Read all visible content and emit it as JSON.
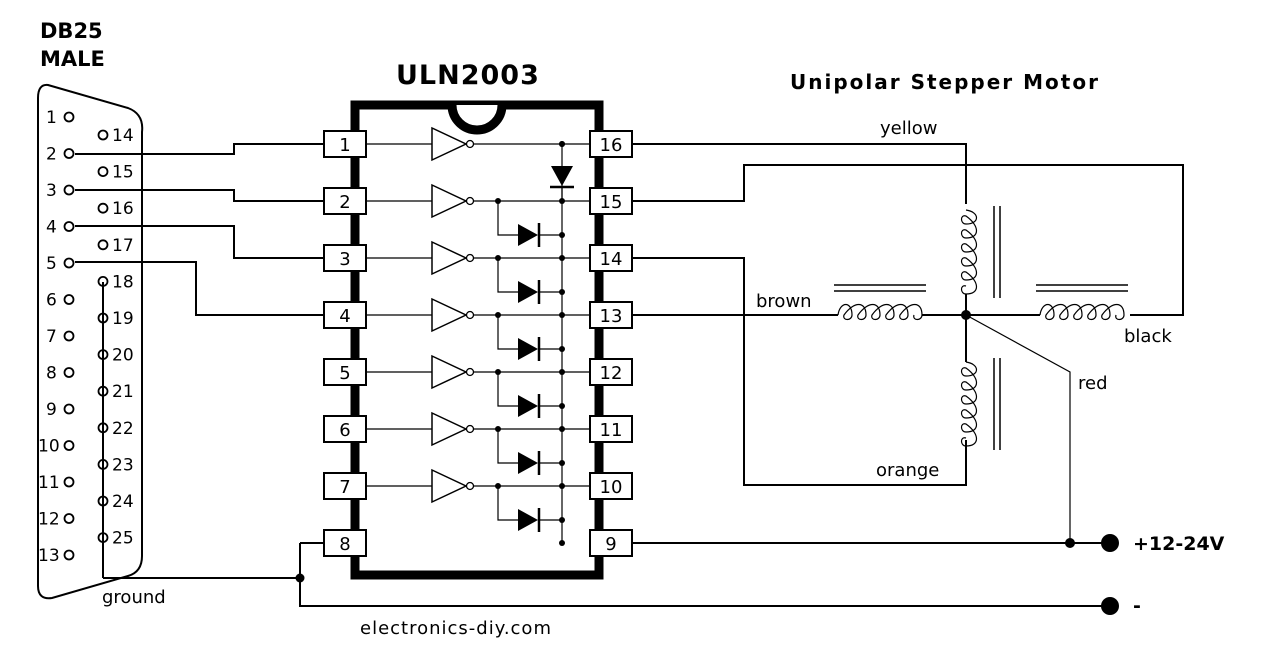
{
  "connector": {
    "title_line1": "DB25",
    "title_line2": "MALE",
    "left_pins": [
      "1",
      "2",
      "3",
      "4",
      "5",
      "6",
      "7",
      "8",
      "9",
      "10",
      "11",
      "12",
      "13"
    ],
    "right_pins": [
      "14",
      "15",
      "16",
      "17",
      "18",
      "19",
      "20",
      "21",
      "22",
      "23",
      "24",
      "25"
    ],
    "ground_label": "ground"
  },
  "ic": {
    "title": "ULN2003",
    "left_pins": [
      "1",
      "2",
      "3",
      "4",
      "5",
      "6",
      "7",
      "8"
    ],
    "right_pins": [
      "16",
      "15",
      "14",
      "13",
      "12",
      "11",
      "10",
      "9"
    ]
  },
  "motor": {
    "title": "Unipolar Stepper Motor",
    "wires": {
      "yellow": "yellow",
      "brown": "brown",
      "black": "black",
      "red": "red",
      "orange": "orange"
    }
  },
  "power": {
    "positive": "+12-24V",
    "negative": "-"
  },
  "footer": {
    "site": "electronics-diy.com"
  }
}
